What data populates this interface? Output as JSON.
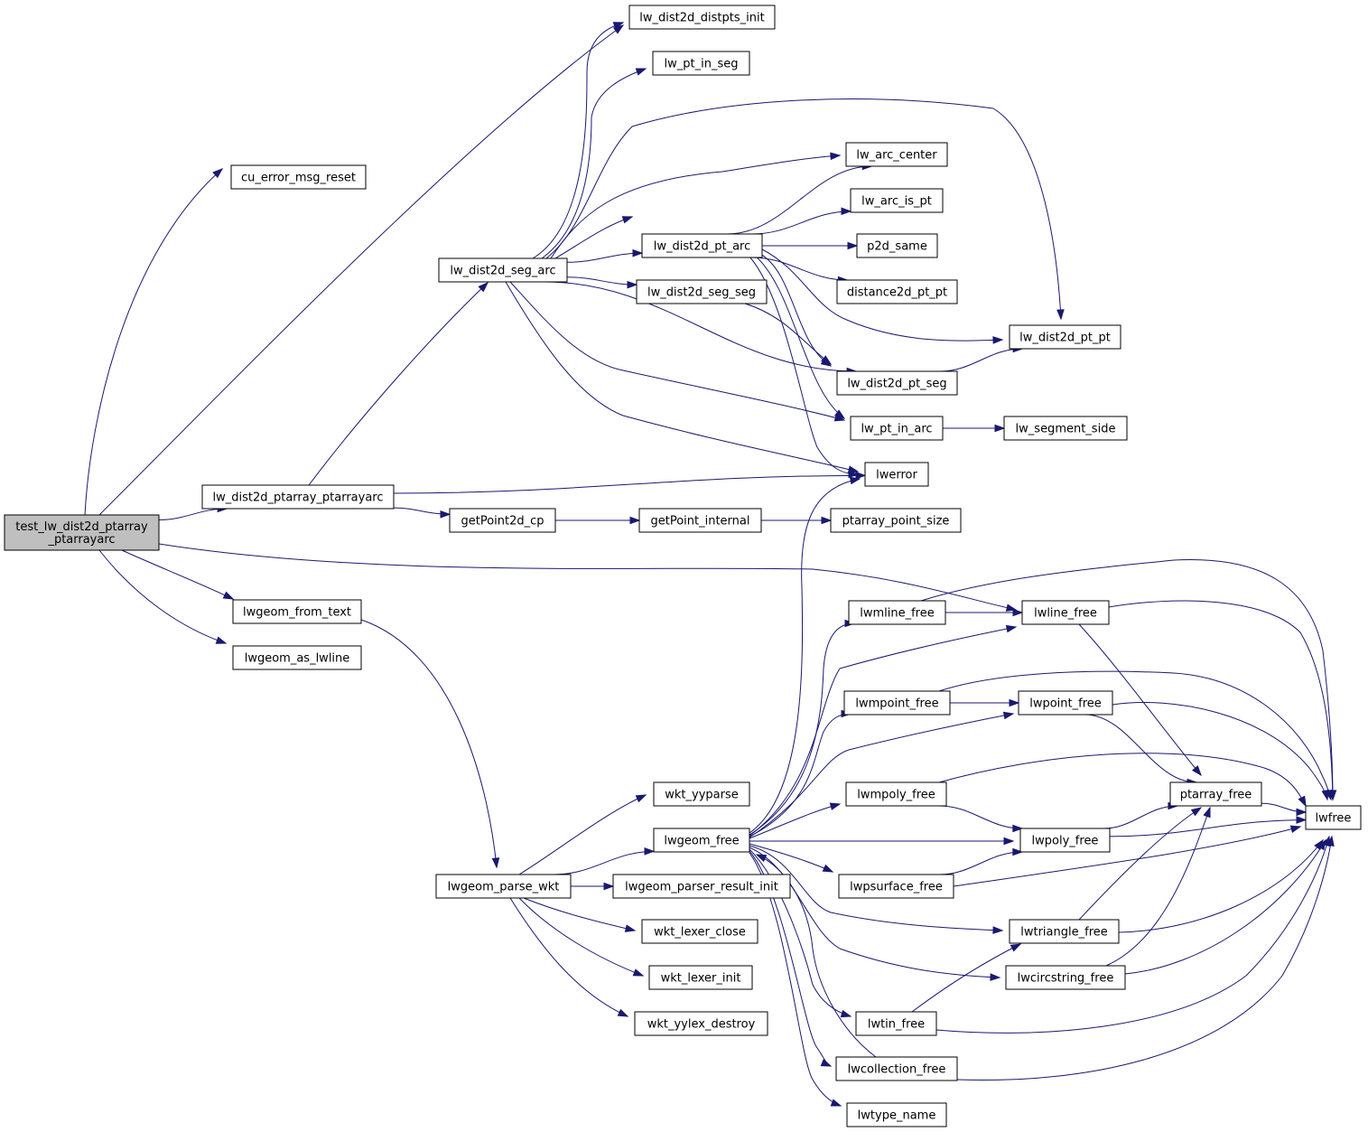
{
  "graph": {
    "nodes": [
      {
        "id": "test_lw_dist2d_ptarray_ptarrayarc",
        "lines": [
          "test_lw_dist2d_ptarray",
          "_ptarrayarc"
        ],
        "root": true
      },
      {
        "id": "cu_error_msg_reset",
        "lines": [
          "cu_error_msg_reset"
        ]
      },
      {
        "id": "lw_dist2d_distpts_init",
        "lines": [
          "lw_dist2d_distpts_init"
        ]
      },
      {
        "id": "lw_dist2d_ptarray_ptarrayarc",
        "lines": [
          "lw_dist2d_ptarray_ptarrayarc"
        ]
      },
      {
        "id": "lwline_free",
        "lines": [
          "lwline_free"
        ]
      },
      {
        "id": "lwgeom_from_text",
        "lines": [
          "lwgeom_from_text"
        ]
      },
      {
        "id": "lwgeom_as_lwline",
        "lines": [
          "lwgeom_as_lwline"
        ]
      },
      {
        "id": "lw_dist2d_seg_arc",
        "lines": [
          "lw_dist2d_seg_arc"
        ]
      },
      {
        "id": "getPoint2d_cp",
        "lines": [
          "getPoint2d_cp"
        ]
      },
      {
        "id": "lwerror",
        "lines": [
          "lwerror"
        ]
      },
      {
        "id": "lw_pt_in_seg",
        "lines": [
          "lw_pt_in_seg"
        ]
      },
      {
        "id": "lw_arc_center",
        "lines": [
          "lw_arc_center"
        ]
      },
      {
        "id": "lw_arc_is_pt",
        "lines": [
          "lw_arc_is_pt"
        ]
      },
      {
        "id": "lw_dist2d_pt_arc",
        "lines": [
          "lw_dist2d_pt_arc"
        ]
      },
      {
        "id": "lw_dist2d_seg_seg",
        "lines": [
          "lw_dist2d_seg_seg"
        ]
      },
      {
        "id": "lw_dist2d_pt_seg",
        "lines": [
          "lw_dist2d_pt_seg"
        ]
      },
      {
        "id": "lw_pt_in_arc",
        "lines": [
          "lw_pt_in_arc"
        ]
      },
      {
        "id": "lw_dist2d_pt_pt",
        "lines": [
          "lw_dist2d_pt_pt"
        ]
      },
      {
        "id": "p2d_same",
        "lines": [
          "p2d_same"
        ]
      },
      {
        "id": "distance2d_pt_pt",
        "lines": [
          "distance2d_pt_pt"
        ]
      },
      {
        "id": "lw_segment_side",
        "lines": [
          "lw_segment_side"
        ]
      },
      {
        "id": "getPoint_internal",
        "lines": [
          "getPoint_internal"
        ]
      },
      {
        "id": "ptarray_point_size",
        "lines": [
          "ptarray_point_size"
        ]
      },
      {
        "id": "lwfree",
        "lines": [
          "lwfree"
        ]
      },
      {
        "id": "ptarray_free",
        "lines": [
          "ptarray_free"
        ]
      },
      {
        "id": "lwgeom_parse_wkt",
        "lines": [
          "lwgeom_parse_wkt"
        ]
      },
      {
        "id": "wkt_yyparse",
        "lines": [
          "wkt_yyparse"
        ]
      },
      {
        "id": "lwgeom_free",
        "lines": [
          "lwgeom_free"
        ]
      },
      {
        "id": "lwgeom_parser_result_init",
        "lines": [
          "lwgeom_parser_result_init"
        ]
      },
      {
        "id": "wkt_lexer_close",
        "lines": [
          "wkt_lexer_close"
        ]
      },
      {
        "id": "wkt_lexer_init",
        "lines": [
          "wkt_lexer_init"
        ]
      },
      {
        "id": "wkt_yylex_destroy",
        "lines": [
          "wkt_yylex_destroy"
        ]
      },
      {
        "id": "lwmline_free",
        "lines": [
          "lwmline_free"
        ]
      },
      {
        "id": "lwmpoint_free",
        "lines": [
          "lwmpoint_free"
        ]
      },
      {
        "id": "lwpoint_free",
        "lines": [
          "lwpoint_free"
        ]
      },
      {
        "id": "lwmpoly_free",
        "lines": [
          "lwmpoly_free"
        ]
      },
      {
        "id": "lwpoly_free",
        "lines": [
          "lwpoly_free"
        ]
      },
      {
        "id": "lwpsurface_free",
        "lines": [
          "lwpsurface_free"
        ]
      },
      {
        "id": "lwtriangle_free",
        "lines": [
          "lwtriangle_free"
        ]
      },
      {
        "id": "lwcircstring_free",
        "lines": [
          "lwcircstring_free"
        ]
      },
      {
        "id": "lwtin_free",
        "lines": [
          "lwtin_free"
        ]
      },
      {
        "id": "lwcollection_free",
        "lines": [
          "lwcollection_free"
        ]
      },
      {
        "id": "lwtype_name",
        "lines": [
          "lwtype_name"
        ]
      }
    ],
    "edges": [
      {
        "from": "test_lw_dist2d_ptarray_ptarrayarc",
        "to": "cu_error_msg_reset"
      },
      {
        "from": "test_lw_dist2d_ptarray_ptarrayarc",
        "to": "lw_dist2d_distpts_init"
      },
      {
        "from": "test_lw_dist2d_ptarray_ptarrayarc",
        "to": "lw_dist2d_ptarray_ptarrayarc"
      },
      {
        "from": "test_lw_dist2d_ptarray_ptarrayarc",
        "to": "lwline_free"
      },
      {
        "from": "test_lw_dist2d_ptarray_ptarrayarc",
        "to": "lwgeom_from_text"
      },
      {
        "from": "test_lw_dist2d_ptarray_ptarrayarc",
        "to": "lwgeom_as_lwline"
      },
      {
        "from": "lw_dist2d_ptarray_ptarrayarc",
        "to": "lw_dist2d_seg_arc"
      },
      {
        "from": "lw_dist2d_ptarray_ptarrayarc",
        "to": "getPoint2d_cp"
      },
      {
        "from": "lw_dist2d_ptarray_ptarrayarc",
        "to": "lwerror"
      },
      {
        "from": "lw_dist2d_seg_arc",
        "to": "lw_dist2d_distpts_init"
      },
      {
        "from": "lw_dist2d_seg_arc",
        "to": "lw_pt_in_seg"
      },
      {
        "from": "lw_dist2d_seg_arc",
        "to": "lw_arc_center"
      },
      {
        "from": "lw_dist2d_seg_arc",
        "to": "lw_arc_is_pt"
      },
      {
        "from": "lw_dist2d_seg_arc",
        "to": "lw_dist2d_pt_arc"
      },
      {
        "from": "lw_dist2d_seg_arc",
        "to": "lw_dist2d_seg_seg"
      },
      {
        "from": "lw_dist2d_seg_arc",
        "to": "lw_dist2d_pt_seg"
      },
      {
        "from": "lw_dist2d_seg_arc",
        "to": "lw_pt_in_arc"
      },
      {
        "from": "lw_dist2d_seg_arc",
        "to": "lwerror"
      },
      {
        "from": "lw_dist2d_seg_arc",
        "to": "lw_dist2d_pt_pt"
      },
      {
        "from": "lw_dist2d_pt_arc",
        "to": "lw_arc_center"
      },
      {
        "from": "lw_dist2d_pt_arc",
        "to": "lw_arc_is_pt"
      },
      {
        "from": "lw_dist2d_pt_arc",
        "to": "p2d_same"
      },
      {
        "from": "lw_dist2d_pt_arc",
        "to": "distance2d_pt_pt"
      },
      {
        "from": "lw_dist2d_pt_arc",
        "to": "lw_dist2d_pt_pt"
      },
      {
        "from": "lw_dist2d_pt_arc",
        "to": "lw_dist2d_pt_seg"
      },
      {
        "from": "lw_dist2d_pt_arc",
        "to": "lw_pt_in_arc"
      },
      {
        "from": "lw_dist2d_pt_arc",
        "to": "lwerror"
      },
      {
        "from": "lw_dist2d_seg_seg",
        "to": "lw_dist2d_pt_seg"
      },
      {
        "from": "lw_dist2d_pt_seg",
        "to": "lw_dist2d_pt_pt"
      },
      {
        "from": "lw_pt_in_arc",
        "to": "lw_segment_side"
      },
      {
        "from": "getPoint2d_cp",
        "to": "getPoint_internal"
      },
      {
        "from": "getPoint_internal",
        "to": "ptarray_point_size"
      },
      {
        "from": "lwline_free",
        "to": "lwfree"
      },
      {
        "from": "lwline_free",
        "to": "ptarray_free"
      },
      {
        "from": "lwgeom_from_text",
        "to": "lwgeom_parse_wkt"
      },
      {
        "from": "lwgeom_parse_wkt",
        "to": "wkt_yyparse"
      },
      {
        "from": "lwgeom_parse_wkt",
        "to": "lwgeom_free"
      },
      {
        "from": "lwgeom_parse_wkt",
        "to": "lwgeom_parser_result_init"
      },
      {
        "from": "lwgeom_parse_wkt",
        "to": "wkt_lexer_close"
      },
      {
        "from": "lwgeom_parse_wkt",
        "to": "wkt_lexer_init"
      },
      {
        "from": "lwgeom_parse_wkt",
        "to": "wkt_yylex_destroy"
      },
      {
        "from": "lwgeom_free",
        "to": "lwerror"
      },
      {
        "from": "lwgeom_free",
        "to": "lwmline_free"
      },
      {
        "from": "lwgeom_free",
        "to": "lwline_free"
      },
      {
        "from": "lwgeom_free",
        "to": "lwmpoint_free"
      },
      {
        "from": "lwgeom_free",
        "to": "lwpoint_free"
      },
      {
        "from": "lwgeom_free",
        "to": "lwmpoly_free"
      },
      {
        "from": "lwgeom_free",
        "to": "lwpoly_free"
      },
      {
        "from": "lwgeom_free",
        "to": "lwpsurface_free"
      },
      {
        "from": "lwgeom_free",
        "to": "lwtriangle_free"
      },
      {
        "from": "lwgeom_free",
        "to": "lwcircstring_free"
      },
      {
        "from": "lwgeom_free",
        "to": "lwtin_free"
      },
      {
        "from": "lwgeom_free",
        "to": "lwcollection_free"
      },
      {
        "from": "lwgeom_free",
        "to": "lwtype_name"
      },
      {
        "from": "lwmline_free",
        "to": "lwline_free"
      },
      {
        "from": "lwmline_free",
        "to": "lwfree"
      },
      {
        "from": "lwmpoint_free",
        "to": "lwpoint_free"
      },
      {
        "from": "lwmpoint_free",
        "to": "lwfree"
      },
      {
        "from": "lwpoint_free",
        "to": "ptarray_free"
      },
      {
        "from": "lwpoint_free",
        "to": "lwfree"
      },
      {
        "from": "lwmpoly_free",
        "to": "lwpoly_free"
      },
      {
        "from": "lwmpoly_free",
        "to": "lwfree"
      },
      {
        "from": "lwpoly_free",
        "to": "ptarray_free"
      },
      {
        "from": "lwpoly_free",
        "to": "lwfree"
      },
      {
        "from": "ptarray_free",
        "to": "lwfree"
      },
      {
        "from": "lwpsurface_free",
        "to": "lwpoly_free"
      },
      {
        "from": "lwpsurface_free",
        "to": "lwfree"
      },
      {
        "from": "lwtriangle_free",
        "to": "ptarray_free"
      },
      {
        "from": "lwtriangle_free",
        "to": "lwfree"
      },
      {
        "from": "lwcircstring_free",
        "to": "ptarray_free"
      },
      {
        "from": "lwcircstring_free",
        "to": "lwfree"
      },
      {
        "from": "lwtin_free",
        "to": "lwtriangle_free"
      },
      {
        "from": "lwtin_free",
        "to": "lwfree"
      },
      {
        "from": "lwcollection_free",
        "to": "lwgeom_free"
      },
      {
        "from": "lwcollection_free",
        "to": "lwfree"
      }
    ]
  }
}
